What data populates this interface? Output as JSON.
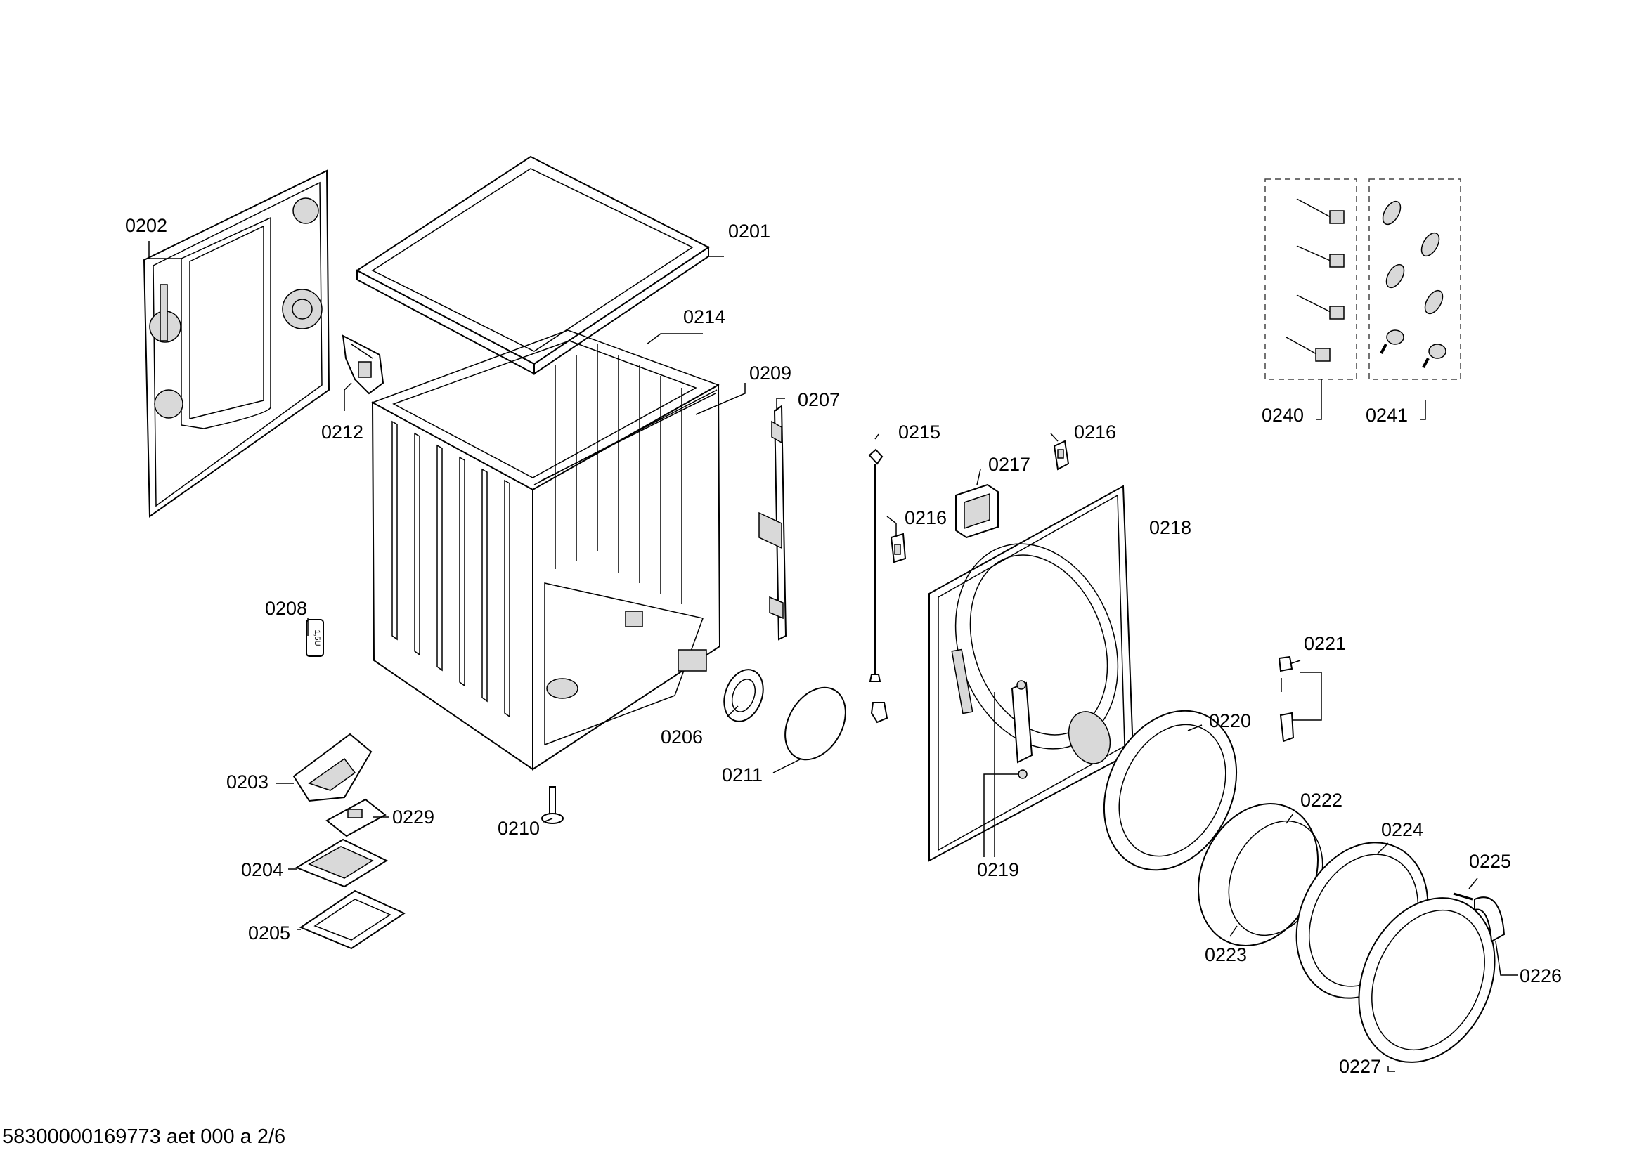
{
  "labels": {
    "l0201": "0201",
    "l0202": "0202",
    "l0203": "0203",
    "l0204": "0204",
    "l0205": "0205",
    "l0206": "0206",
    "l0207": "0207",
    "l0208": "0208",
    "l0209": "0209",
    "l0210": "0210",
    "l0211": "0211",
    "l0212": "0212",
    "l0214": "0214",
    "l0215": "0215",
    "l0216a": "0216",
    "l0216b": "0216",
    "l0217": "0217",
    "l0218": "0218",
    "l0219": "0219",
    "l0220": "0220",
    "l0221": "0221",
    "l0222": "0222",
    "l0223": "0223",
    "l0224": "0224",
    "l0225": "0225",
    "l0226": "0226",
    "l0227": "0227",
    "l0229": "0229",
    "l0240": "0240",
    "l0241": "0241"
  },
  "part_markings": {
    "spring_text": "1,5U"
  },
  "footer": "58300000169773 aet 000 a 2/6"
}
